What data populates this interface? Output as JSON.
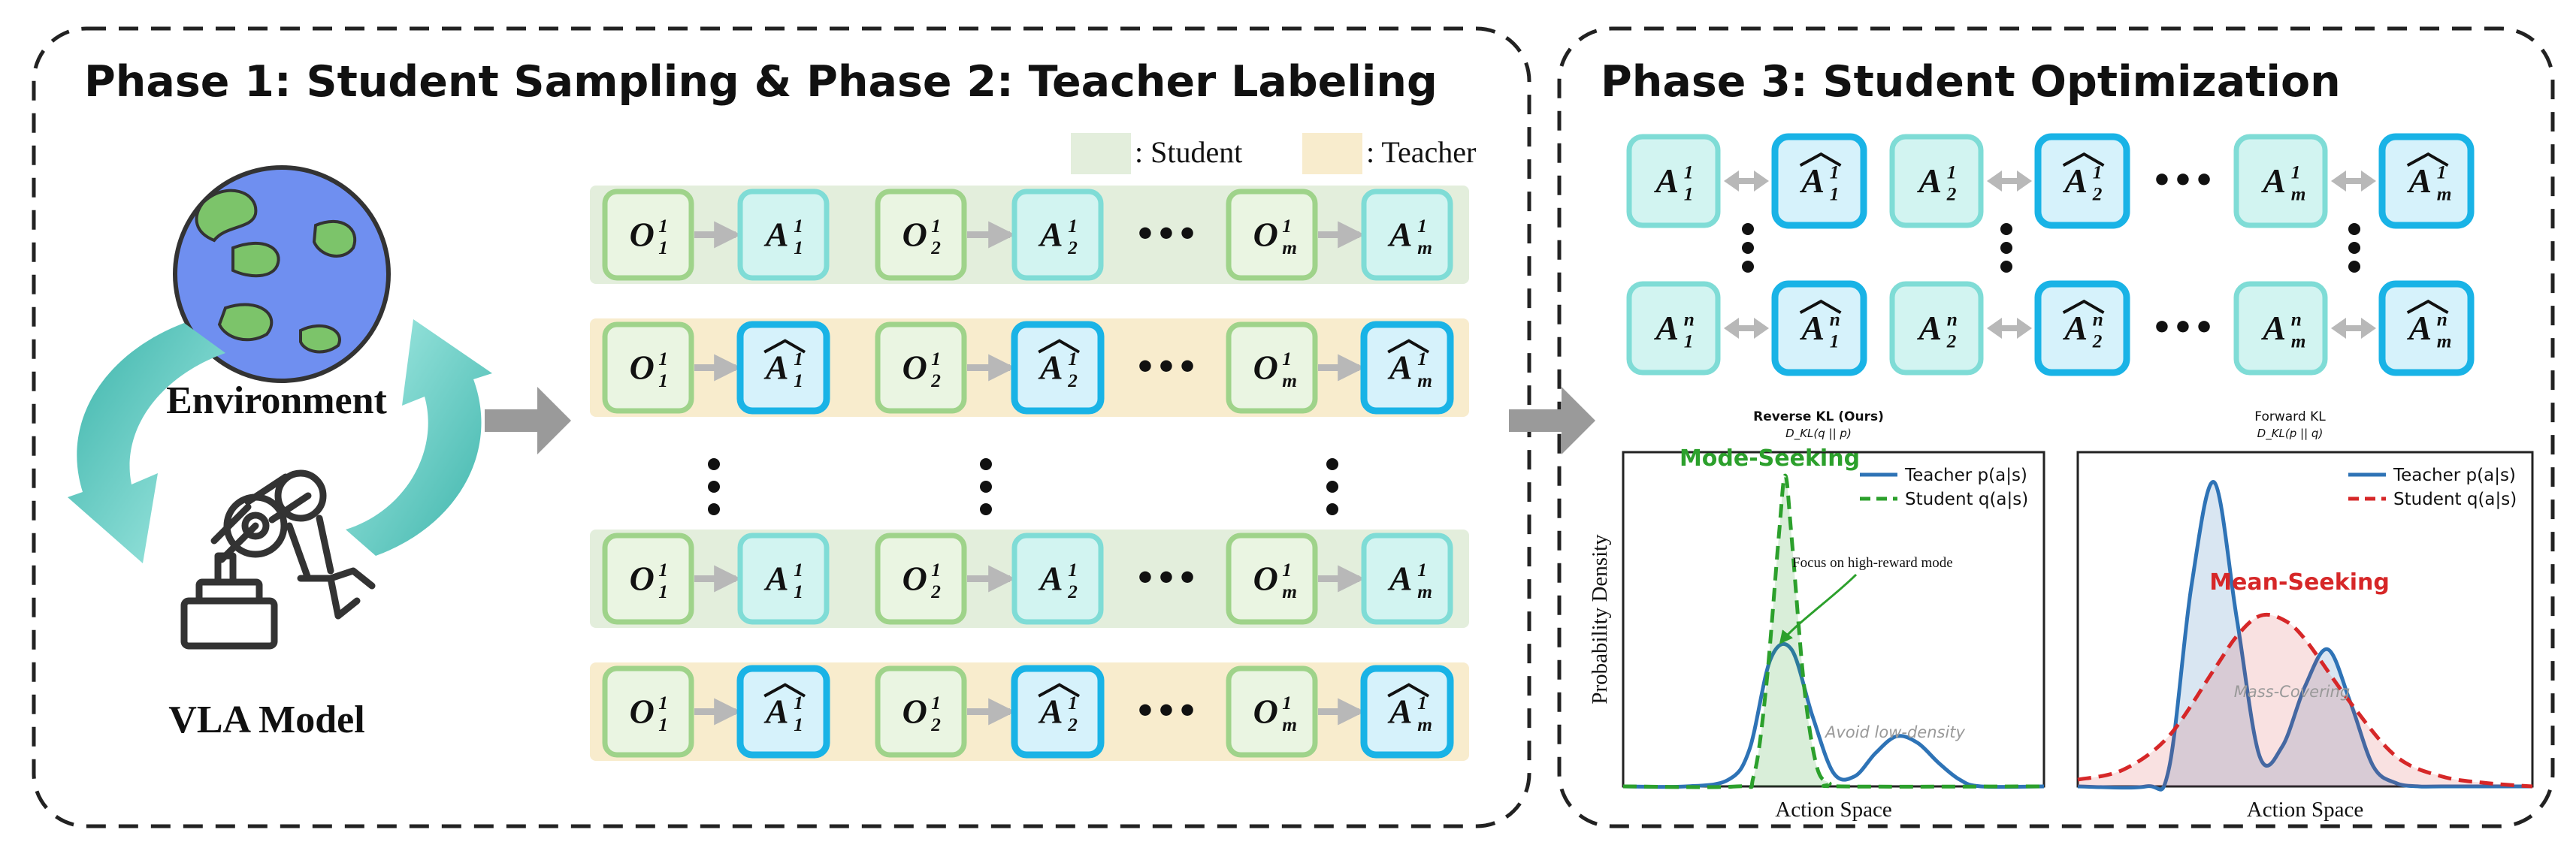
{
  "phase12": {
    "title": "Phase 1: Student Sampling & Phase 2: Teacher Labeling",
    "environment_label": "Environment",
    "model_label": "VLA Model",
    "legend_student": ": Student",
    "legend_teacher": ": Teacher",
    "ellipsis": "•••",
    "rows": [
      {
        "kind": "student",
        "tokens": [
          "O",
          "A",
          "O",
          "A",
          "O",
          "A"
        ],
        "subs": [
          "1",
          "1",
          "2",
          "2",
          "m",
          "m"
        ],
        "sups": [
          "1",
          "1",
          "1",
          "1",
          "1",
          "1"
        ]
      },
      {
        "kind": "teacher",
        "tokens": [
          "O",
          "Â",
          "O",
          "Â",
          "O",
          "Â"
        ],
        "subs": [
          "1",
          "1",
          "2",
          "2",
          "m",
          "m"
        ],
        "sups": [
          "1",
          "1",
          "1",
          "1",
          "1",
          "1"
        ]
      },
      {
        "kind": "student",
        "tokens": [
          "O",
          "A",
          "O",
          "A",
          "O",
          "A"
        ],
        "subs": [
          "1",
          "1",
          "2",
          "2",
          "m",
          "m"
        ],
        "sups": [
          "1",
          "1",
          "1",
          "1",
          "1",
          "1"
        ]
      },
      {
        "kind": "teacher",
        "tokens": [
          "O",
          "Â",
          "O",
          "Â",
          "O",
          "Â"
        ],
        "subs": [
          "1",
          "1",
          "2",
          "2",
          "m",
          "m"
        ],
        "sups": [
          "1",
          "1",
          "1",
          "1",
          "1",
          "1"
        ]
      }
    ]
  },
  "phase3": {
    "title": "Phase 3: Student Optimization",
    "ellipsis": "•••",
    "pair_rows": [
      {
        "sup": "1",
        "subs": [
          "1",
          "2",
          "m"
        ]
      },
      {
        "sup": "n",
        "subs": [
          "1",
          "2",
          "m"
        ]
      }
    ]
  },
  "colors": {
    "student_bg": "#e3eedc",
    "teacher_bg": "#f8eccd",
    "obs_border": "#9fd38a",
    "act_border": "#7fdcd6",
    "act_fill": "#d2f4f1",
    "teacher_border": "#19b3e6",
    "teacher_fill": "#d6f2fb",
    "curve_teacher": "#2e73b6",
    "curve_student_green": "#2ca02c",
    "curve_student_red": "#d62728"
  },
  "chart_data": [
    {
      "type": "line",
      "title": "Reverse KL (Ours)",
      "subtitle": "D_KL(q || p)",
      "xlabel": "Action Space",
      "ylabel": "Probability Density",
      "xlim": [
        0,
        10
      ],
      "ylim": [
        0,
        1
      ],
      "grid": false,
      "legend_position": "top-right",
      "series": [
        {
          "name": "Teacher p(a|s)",
          "style": "solid",
          "color": "#2e73b6",
          "fill": false,
          "x": [
            0,
            1.5,
            2.5,
            3.0,
            3.5,
            4.0,
            4.5,
            5.0,
            5.5,
            6.0,
            6.5,
            7.0,
            7.5,
            8.0,
            8.5,
            10
          ],
          "y": [
            0,
            0,
            0.02,
            0.11,
            0.38,
            0.41,
            0.21,
            0.04,
            0.03,
            0.1,
            0.15,
            0.13,
            0.07,
            0.02,
            0,
            0
          ]
        },
        {
          "name": "Student q(a|s)",
          "style": "dashed",
          "color": "#2ca02c",
          "fill": true,
          "x": [
            0,
            2.7,
            3.1,
            3.4,
            3.7,
            3.85,
            4.0,
            4.3,
            4.6,
            4.9,
            5.2,
            10
          ],
          "y": [
            0,
            0,
            0.03,
            0.3,
            0.75,
            0.93,
            0.75,
            0.3,
            0.06,
            0.01,
            0,
            0
          ]
        }
      ],
      "annotations": [
        "Mode-Seeking",
        "Focus on high-reward mode",
        "Avoid low-density"
      ]
    },
    {
      "type": "line",
      "title": "Forward KL",
      "subtitle": "D_KL(p || q)",
      "xlabel": "Action Space",
      "ylabel": "",
      "xlim": [
        0,
        10
      ],
      "ylim": [
        0,
        1
      ],
      "grid": false,
      "legend_position": "top-right",
      "series": [
        {
          "name": "Teacher p(a|s)",
          "style": "solid",
          "color": "#2e73b6",
          "fill": true,
          "x": [
            0,
            1.5,
            2.0,
            2.5,
            3.0,
            3.5,
            4.0,
            4.5,
            5.0,
            5.5,
            6.0,
            6.5,
            7.0,
            7.5,
            8.0,
            10
          ],
          "y": [
            0,
            0,
            0.05,
            0.6,
            0.91,
            0.5,
            0.09,
            0.12,
            0.3,
            0.41,
            0.25,
            0.06,
            0.01,
            0,
            0,
            0
          ]
        },
        {
          "name": "Student q(a|s)",
          "style": "dashed",
          "color": "#d62728",
          "fill": true,
          "x": [
            0,
            1.0,
            2.0,
            3.0,
            3.5,
            4.0,
            4.5,
            5.0,
            6.0,
            7.0,
            8.0,
            9.0,
            10
          ],
          "y": [
            0.02,
            0.05,
            0.15,
            0.35,
            0.45,
            0.51,
            0.5,
            0.44,
            0.25,
            0.09,
            0.03,
            0.01,
            0
          ]
        }
      ],
      "annotations": [
        "Mean-Seeking",
        "Mass-Covering"
      ]
    }
  ]
}
